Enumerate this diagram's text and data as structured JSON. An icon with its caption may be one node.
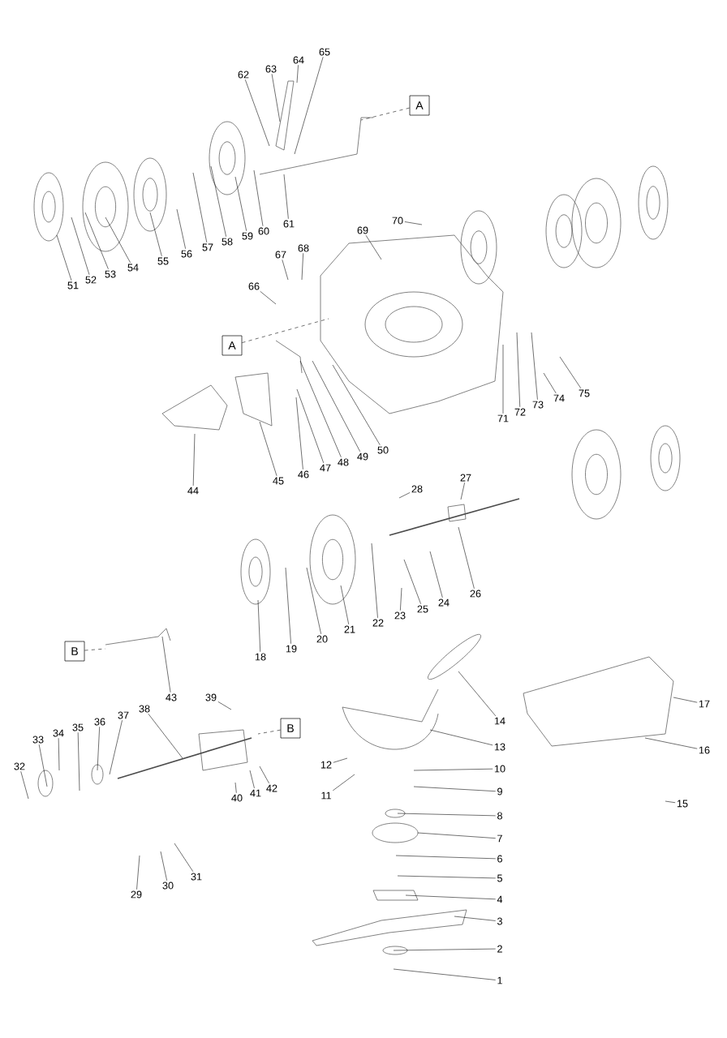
{
  "diagram": {
    "nodes": [
      {
        "text": [
          "1"
        ]
      },
      {
        "text": [
          "2"
        ]
      },
      {
        "text": [
          "3"
        ]
      },
      {
        "text": [
          "4"
        ]
      },
      {
        "text": [
          "5"
        ]
      },
      {
        "text": [
          "6"
        ]
      },
      {
        "text": [
          "7"
        ]
      },
      {
        "text": [
          "8"
        ]
      },
      {
        "text": [
          "9"
        ]
      },
      {
        "text": [
          "10"
        ]
      },
      {
        "text": [
          "11"
        ]
      },
      {
        "text": [
          "12"
        ]
      },
      {
        "text": [
          "13"
        ]
      },
      {
        "text": [
          "14"
        ]
      },
      {
        "text": [
          "15"
        ]
      },
      {
        "text": [
          "16"
        ]
      },
      {
        "text": [
          "17"
        ]
      },
      {
        "text": [
          "18"
        ]
      },
      {
        "text": [
          "19"
        ]
      },
      {
        "text": [
          "20"
        ]
      },
      {
        "text": [
          "21"
        ]
      },
      {
        "text": [
          "22"
        ]
      },
      {
        "text": [
          "23"
        ]
      },
      {
        "text": [
          "24"
        ]
      },
      {
        "text": [
          "25"
        ]
      },
      {
        "text": [
          "26"
        ]
      },
      {
        "text": [
          "27"
        ]
      },
      {
        "text": [
          "28"
        ]
      },
      {
        "text": [
          "29"
        ]
      },
      {
        "text": [
          "30"
        ]
      },
      {
        "text": [
          "31"
        ]
      },
      {
        "text": [
          "32"
        ]
      },
      {
        "text": [
          "33"
        ]
      },
      {
        "text": [
          "34"
        ]
      },
      {
        "text": [
          "35"
        ]
      },
      {
        "text": [
          "36"
        ]
      },
      {
        "text": [
          "37"
        ]
      },
      {
        "text": [
          "38"
        ]
      },
      {
        "text": [
          "39"
        ]
      },
      {
        "text": [
          "40"
        ]
      },
      {
        "text": [
          "41"
        ]
      },
      {
        "text": [
          "42"
        ]
      },
      {
        "text": [
          "43"
        ]
      },
      {
        "text": [
          "44"
        ]
      },
      {
        "text": [
          "45"
        ]
      },
      {
        "text": [
          "46"
        ]
      },
      {
        "text": [
          "47"
        ]
      },
      {
        "text": [
          "48"
        ]
      },
      {
        "text": [
          "49"
        ]
      },
      {
        "text": [
          "50"
        ]
      },
      {
        "text": [
          "51"
        ]
      },
      {
        "text": [
          "52"
        ]
      },
      {
        "text": [
          "53"
        ]
      },
      {
        "text": [
          "54"
        ]
      },
      {
        "text": [
          "55"
        ]
      },
      {
        "text": [
          "56"
        ]
      },
      {
        "text": [
          "57"
        ]
      },
      {
        "text": [
          "58"
        ]
      },
      {
        "text": [
          "59"
        ]
      },
      {
        "text": [
          "60"
        ]
      },
      {
        "text": [
          "61"
        ]
      },
      {
        "text": [
          "62"
        ]
      },
      {
        "text": [
          "63"
        ]
      },
      {
        "text": [
          "64"
        ]
      },
      {
        "text": [
          "65"
        ]
      },
      {
        "text": [
          "66"
        ]
      },
      {
        "text": [
          "67"
        ]
      },
      {
        "text": [
          "68"
        ]
      },
      {
        "text": [
          "69"
        ]
      },
      {
        "text": [
          "70"
        ]
      },
      {
        "text": [
          "71"
        ]
      },
      {
        "text": [
          "72"
        ]
      },
      {
        "text": [
          "73"
        ]
      },
      {
        "text": [
          "74"
        ]
      },
      {
        "text": [
          "75"
        ]
      },
      {
        "text": [
          "A"
        ]
      },
      {
        "text": [
          "A"
        ]
      },
      {
        "text": [
          "B"
        ]
      },
      {
        "text": [
          "B"
        ]
      }
    ],
    "edges": [
      {
        "from": 0,
        "to": null,
        "arrow": "none"
      },
      {
        "from": 1,
        "to": null,
        "arrow": "none"
      },
      {
        "from": 2,
        "to": null,
        "arrow": "none"
      },
      {
        "from": 3,
        "to": null,
        "arrow": "none"
      },
      {
        "from": 4,
        "to": null,
        "arrow": "none"
      },
      {
        "from": 5,
        "to": null,
        "arrow": "none"
      },
      {
        "from": 6,
        "to": null,
        "arrow": "none"
      },
      {
        "from": 7,
        "to": null,
        "arrow": "none"
      },
      {
        "from": 8,
        "to": null,
        "arrow": "none"
      },
      {
        "from": 9,
        "to": null,
        "arrow": "none"
      },
      {
        "from": 10,
        "to": null,
        "arrow": "none"
      },
      {
        "from": 11,
        "to": null,
        "arrow": "none"
      },
      {
        "from": 12,
        "to": null,
        "arrow": "none"
      },
      {
        "from": 13,
        "to": null,
        "arrow": "none"
      },
      {
        "from": 14,
        "to": null,
        "arrow": "none"
      },
      {
        "from": 15,
        "to": null,
        "arrow": "none"
      },
      {
        "from": 16,
        "to": null,
        "arrow": "none"
      },
      {
        "from": 17,
        "to": null,
        "arrow": "none"
      },
      {
        "from": 18,
        "to": null,
        "arrow": "none"
      },
      {
        "from": 19,
        "to": null,
        "arrow": "none"
      },
      {
        "from": 20,
        "to": null,
        "arrow": "none"
      },
      {
        "from": 21,
        "to": null,
        "arrow": "none"
      },
      {
        "from": 22,
        "to": null,
        "arrow": "none"
      },
      {
        "from": 23,
        "to": null,
        "arrow": "none"
      },
      {
        "from": 24,
        "to": null,
        "arrow": "none"
      },
      {
        "from": 25,
        "to": null,
        "arrow": "none"
      },
      {
        "from": 26,
        "to": null,
        "arrow": "none"
      },
      {
        "from": 27,
        "to": null,
        "arrow": "none"
      },
      {
        "from": 28,
        "to": null,
        "arrow": "none"
      },
      {
        "from": 29,
        "to": null,
        "arrow": "none"
      },
      {
        "from": 30,
        "to": null,
        "arrow": "none"
      },
      {
        "from": 31,
        "to": null,
        "arrow": "none"
      },
      {
        "from": 32,
        "to": null,
        "arrow": "none"
      },
      {
        "from": 33,
        "to": null,
        "arrow": "none"
      },
      {
        "from": 34,
        "to": null,
        "arrow": "none"
      },
      {
        "from": 35,
        "to": null,
        "arrow": "none"
      },
      {
        "from": 36,
        "to": null,
        "arrow": "none"
      },
      {
        "from": 37,
        "to": null,
        "arrow": "none"
      },
      {
        "from": 38,
        "to": null,
        "arrow": "none"
      },
      {
        "from": 39,
        "to": null,
        "arrow": "none"
      },
      {
        "from": 40,
        "to": null,
        "arrow": "none"
      },
      {
        "from": 41,
        "to": null,
        "arrow": "none"
      },
      {
        "from": 42,
        "to": null,
        "arrow": "none"
      },
      {
        "from": 43,
        "to": null,
        "arrow": "none"
      },
      {
        "from": 44,
        "to": null,
        "arrow": "none"
      },
      {
        "from": 45,
        "to": null,
        "arrow": "none"
      },
      {
        "from": 46,
        "to": null,
        "arrow": "none"
      },
      {
        "from": 47,
        "to": null,
        "arrow": "none"
      },
      {
        "from": 48,
        "to": null,
        "arrow": "none"
      },
      {
        "from": 49,
        "to": null,
        "arrow": "none"
      },
      {
        "from": 50,
        "to": null,
        "arrow": "none"
      },
      {
        "from": 51,
        "to": null,
        "arrow": "none"
      },
      {
        "from": 52,
        "to": null,
        "arrow": "none"
      },
      {
        "from": 53,
        "to": null,
        "arrow": "none"
      },
      {
        "from": 54,
        "to": null,
        "arrow": "none"
      },
      {
        "from": 55,
        "to": null,
        "arrow": "none"
      },
      {
        "from": 56,
        "to": null,
        "arrow": "none"
      },
      {
        "from": 57,
        "to": null,
        "arrow": "none"
      },
      {
        "from": 58,
        "to": null,
        "arrow": "none"
      },
      {
        "from": 59,
        "to": null,
        "arrow": "none"
      },
      {
        "from": 60,
        "to": null,
        "arrow": "none"
      },
      {
        "from": 61,
        "to": null,
        "arrow": "none"
      },
      {
        "from": 62,
        "to": null,
        "arrow": "none"
      },
      {
        "from": 63,
        "to": null,
        "arrow": "none"
      },
      {
        "from": 64,
        "to": null,
        "arrow": "none"
      },
      {
        "from": 65,
        "to": null,
        "arrow": "none"
      },
      {
        "from": 66,
        "to": null,
        "arrow": "none"
      },
      {
        "from": 67,
        "to": null,
        "arrow": "none"
      },
      {
        "from": 68,
        "to": null,
        "arrow": "none"
      },
      {
        "from": 69,
        "to": null,
        "arrow": "none"
      },
      {
        "from": 70,
        "to": null,
        "arrow": "none"
      },
      {
        "from": 71,
        "to": null,
        "arrow": "none"
      },
      {
        "from": 72,
        "to": null,
        "arrow": "none"
      },
      {
        "from": 73,
        "to": null,
        "arrow": "none"
      },
      {
        "from": 74,
        "to": null,
        "arrow": "none"
      },
      {
        "from": 75,
        "to": null,
        "arrow": "none",
        "style": "dashed"
      },
      {
        "from": 76,
        "to": null,
        "arrow": "none",
        "style": "dashed"
      },
      {
        "from": 77,
        "to": null,
        "arrow": "none",
        "style": "dashed"
      },
      {
        "from": 78,
        "to": null,
        "arrow": "none",
        "style": "dashed"
      }
    ]
  }
}
